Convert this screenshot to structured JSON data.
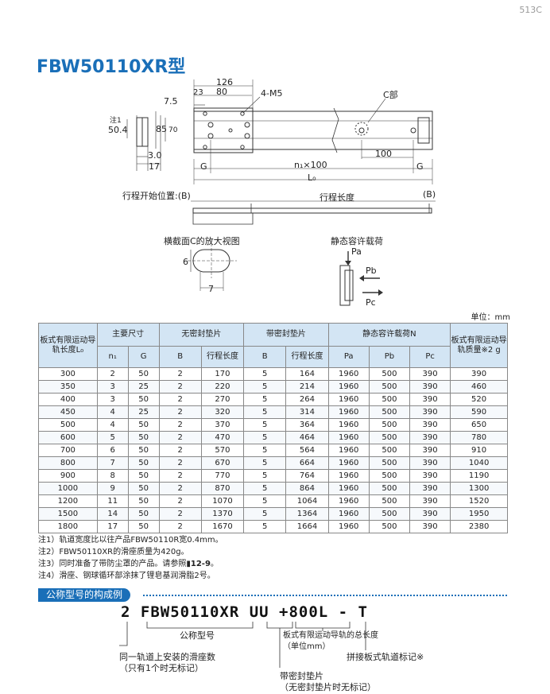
{
  "page_number": "513C",
  "title": "FBW50110XR型",
  "drawing": {
    "dim_126": "126",
    "dim_75": "7.5",
    "dim_23": "23",
    "dim_80": "80",
    "hole_label": "4-M5",
    "c_part": "C部",
    "note1": "注1",
    "dim_504": "50.4",
    "dim_85": "85",
    "dim_70": "70",
    "dim_30": "3.0",
    "dim_17": "17",
    "g_left": "G",
    "pitch": "n₁×100",
    "g_right": "G",
    "dim_100": "100",
    "lo": "L₀",
    "stroke_start": "行程开始位置:(B)",
    "stroke_length": "行程长度",
    "b_right": "(B)",
    "section_c": "横截面C的放大视图",
    "dim_6": "6",
    "dim_7": "7",
    "static_load": "静态容许载荷",
    "pa": "Pa",
    "pb": "Pb",
    "pc": "Pc"
  },
  "unit": "单位：mm",
  "table": {
    "h_length": "板式有限运动导轨长度L₀",
    "h_main": "主要尺寸",
    "h_noseal": "无密封垫片",
    "h_seal": "带密封垫片",
    "h_load": "静态容许载荷N",
    "h_mass": "板式有限运动导轨质量※2 g",
    "sub": [
      "n₁",
      "G",
      "B",
      "行程长度",
      "B",
      "行程长度",
      "Pa",
      "Pb",
      "Pc"
    ],
    "rows": [
      [
        "300",
        "2",
        "50",
        "2",
        "170",
        "5",
        "164",
        "1960",
        "500",
        "390",
        "390"
      ],
      [
        "350",
        "3",
        "25",
        "2",
        "220",
        "5",
        "214",
        "1960",
        "500",
        "390",
        "460"
      ],
      [
        "400",
        "3",
        "50",
        "2",
        "270",
        "5",
        "264",
        "1960",
        "500",
        "390",
        "520"
      ],
      [
        "450",
        "4",
        "25",
        "2",
        "320",
        "5",
        "314",
        "1960",
        "500",
        "390",
        "590"
      ],
      [
        "500",
        "4",
        "50",
        "2",
        "370",
        "5",
        "364",
        "1960",
        "500",
        "390",
        "650"
      ],
      [
        "600",
        "5",
        "50",
        "2",
        "470",
        "5",
        "464",
        "1960",
        "500",
        "390",
        "780"
      ],
      [
        "700",
        "6",
        "50",
        "2",
        "570",
        "5",
        "564",
        "1960",
        "500",
        "390",
        "910"
      ],
      [
        "800",
        "7",
        "50",
        "2",
        "670",
        "5",
        "664",
        "1960",
        "500",
        "390",
        "1040"
      ],
      [
        "900",
        "8",
        "50",
        "2",
        "770",
        "5",
        "764",
        "1960",
        "500",
        "390",
        "1190"
      ],
      [
        "1000",
        "9",
        "50",
        "2",
        "870",
        "5",
        "864",
        "1960",
        "500",
        "390",
        "1300"
      ],
      [
        "1200",
        "11",
        "50",
        "2",
        "1070",
        "5",
        "1064",
        "1960",
        "500",
        "390",
        "1520"
      ],
      [
        "1500",
        "14",
        "50",
        "2",
        "1370",
        "5",
        "1364",
        "1960",
        "500",
        "390",
        "1950"
      ],
      [
        "1800",
        "17",
        "50",
        "2",
        "1670",
        "5",
        "1664",
        "1960",
        "500",
        "390",
        "2380"
      ]
    ]
  },
  "notes": {
    "n1": "注1）轨道宽度比以往产品FBW50110R宽0.4mm。",
    "n2": "注2）FBW50110XR的滑座质量为420g。",
    "n3_pre": "注3）同时准备了带防尘罩的产品。请参照",
    "n3_ref": "12-9",
    "n3_post": "。",
    "n4": "注4）滑座、钢球循环部涂抹了锂皂基润滑脂2号。"
  },
  "model_section": {
    "title": "公称型号的构成例",
    "code": "2 FBW50110XR UU +800L - T",
    "label_model": "公称型号",
    "label_length": "板式有限运动导轨的总长度",
    "label_length_unit": "（单位mm）",
    "label_joint": "拼接板式轨道标记※",
    "label_count": "同一轨道上安装的滑座数",
    "label_count_note": "（只有1个时无标记）",
    "label_seal": "带密封垫片",
    "label_seal_note": "（无密封垫片时无标记）"
  }
}
